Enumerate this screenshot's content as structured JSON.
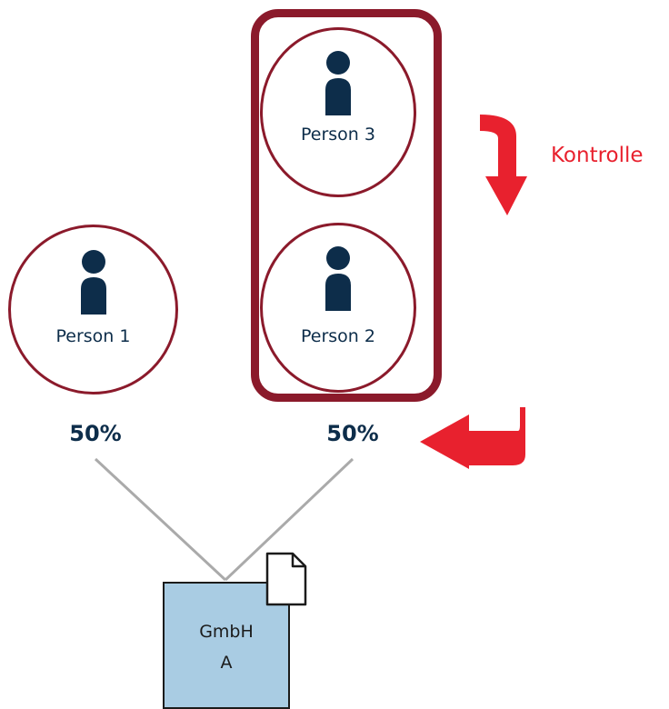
{
  "persons": [
    {
      "label": "Person 1"
    },
    {
      "label": "Person 2"
    },
    {
      "label": "Person 3"
    }
  ],
  "ownership": {
    "left_share": "50%",
    "right_share": "50%"
  },
  "control": {
    "label": "Kontrolle"
  },
  "company": {
    "line1": "GmbH",
    "line2": "A"
  },
  "colors": {
    "frame": "#8b1a2b",
    "text": "#0d2d4a",
    "accent_red": "#e8212e",
    "company_fill": "#a9cce3",
    "connector": "#aaaaaa"
  },
  "icons": [
    "person-icon",
    "arrow-down-icon",
    "arrow-left-return-icon",
    "document-icon"
  ]
}
